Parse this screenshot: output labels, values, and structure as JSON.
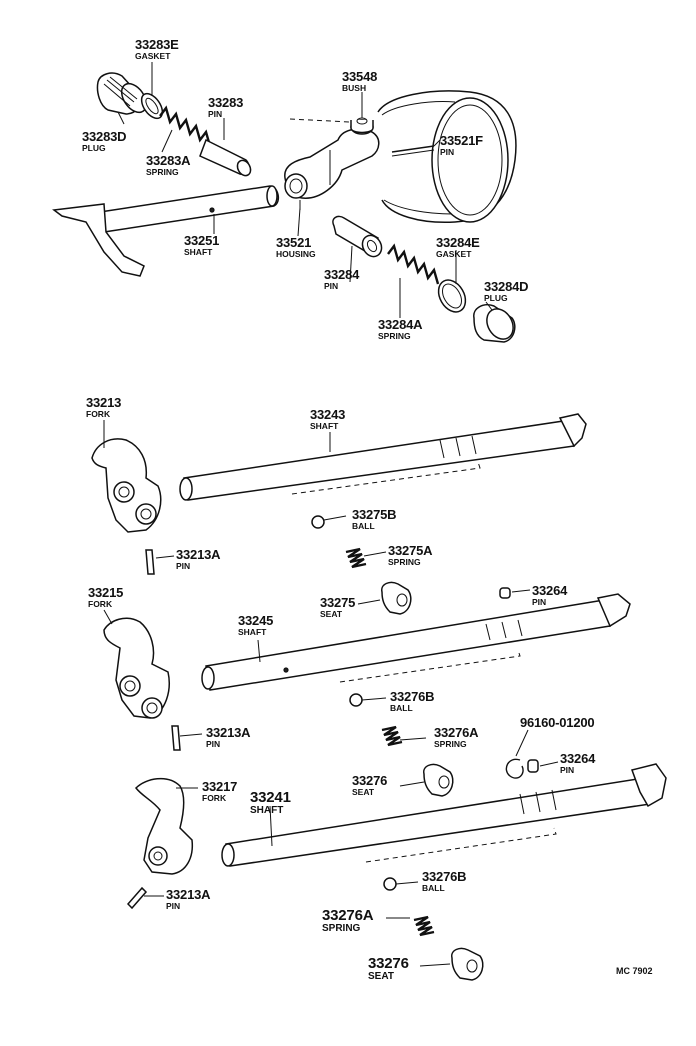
{
  "labels": {
    "p33283E": {
      "number": "33283E",
      "name": "GASKET"
    },
    "p33283": {
      "number": "33283",
      "name": "PIN"
    },
    "p33283D": {
      "number": "33283D",
      "name": "PLUG"
    },
    "p33283A": {
      "number": "33283A",
      "name": "SPRING"
    },
    "p33548": {
      "number": "33548",
      "name": "BUSH"
    },
    "p33521F": {
      "number": "33521F",
      "name": "PIN"
    },
    "p33251": {
      "number": "33251",
      "name": "SHAFT"
    },
    "p33521": {
      "number": "33521",
      "name": "HOUSING"
    },
    "p33284E": {
      "number": "33284E",
      "name": "GASKET"
    },
    "p33284": {
      "number": "33284",
      "name": "PIN"
    },
    "p33284D": {
      "number": "33284D",
      "name": "PLUG"
    },
    "p33284A": {
      "number": "33284A",
      "name": "SPRING"
    },
    "p33213": {
      "number": "33213",
      "name": "FORK"
    },
    "p33243": {
      "number": "33243",
      "name": "SHAFT"
    },
    "p33275B": {
      "number": "33275B",
      "name": "BALL"
    },
    "p33213A_1": {
      "number": "33213A",
      "name": "PIN"
    },
    "p33275A": {
      "number": "33275A",
      "name": "SPRING"
    },
    "p33215": {
      "number": "33215",
      "name": "FORK"
    },
    "p33264_1": {
      "number": "33264",
      "name": "PIN"
    },
    "p33275": {
      "number": "33275",
      "name": "SEAT"
    },
    "p33245": {
      "number": "33245",
      "name": "SHAFT"
    },
    "p33276B_1": {
      "number": "33276B",
      "name": "BALL"
    },
    "p33213A_2": {
      "number": "33213A",
      "name": "PIN"
    },
    "p33276A_1": {
      "number": "33276A",
      "name": "SPRING"
    },
    "p96160": {
      "number": "96160-01200",
      "name": ""
    },
    "p33264_2": {
      "number": "33264",
      "name": "PIN"
    },
    "p33217": {
      "number": "33217",
      "name": "FORK"
    },
    "p33241": {
      "number": "33241",
      "name": "SHAFT"
    },
    "p33276_1": {
      "number": "33276",
      "name": "SEAT"
    },
    "p33276B_2": {
      "number": "33276B",
      "name": "BALL"
    },
    "p33213A_3": {
      "number": "33213A",
      "name": "PIN"
    },
    "p33276A_2": {
      "number": "33276A",
      "name": "SPRING"
    },
    "p33276_2": {
      "number": "33276",
      "name": "SEAT"
    }
  },
  "diagram_code": "MC 7902"
}
